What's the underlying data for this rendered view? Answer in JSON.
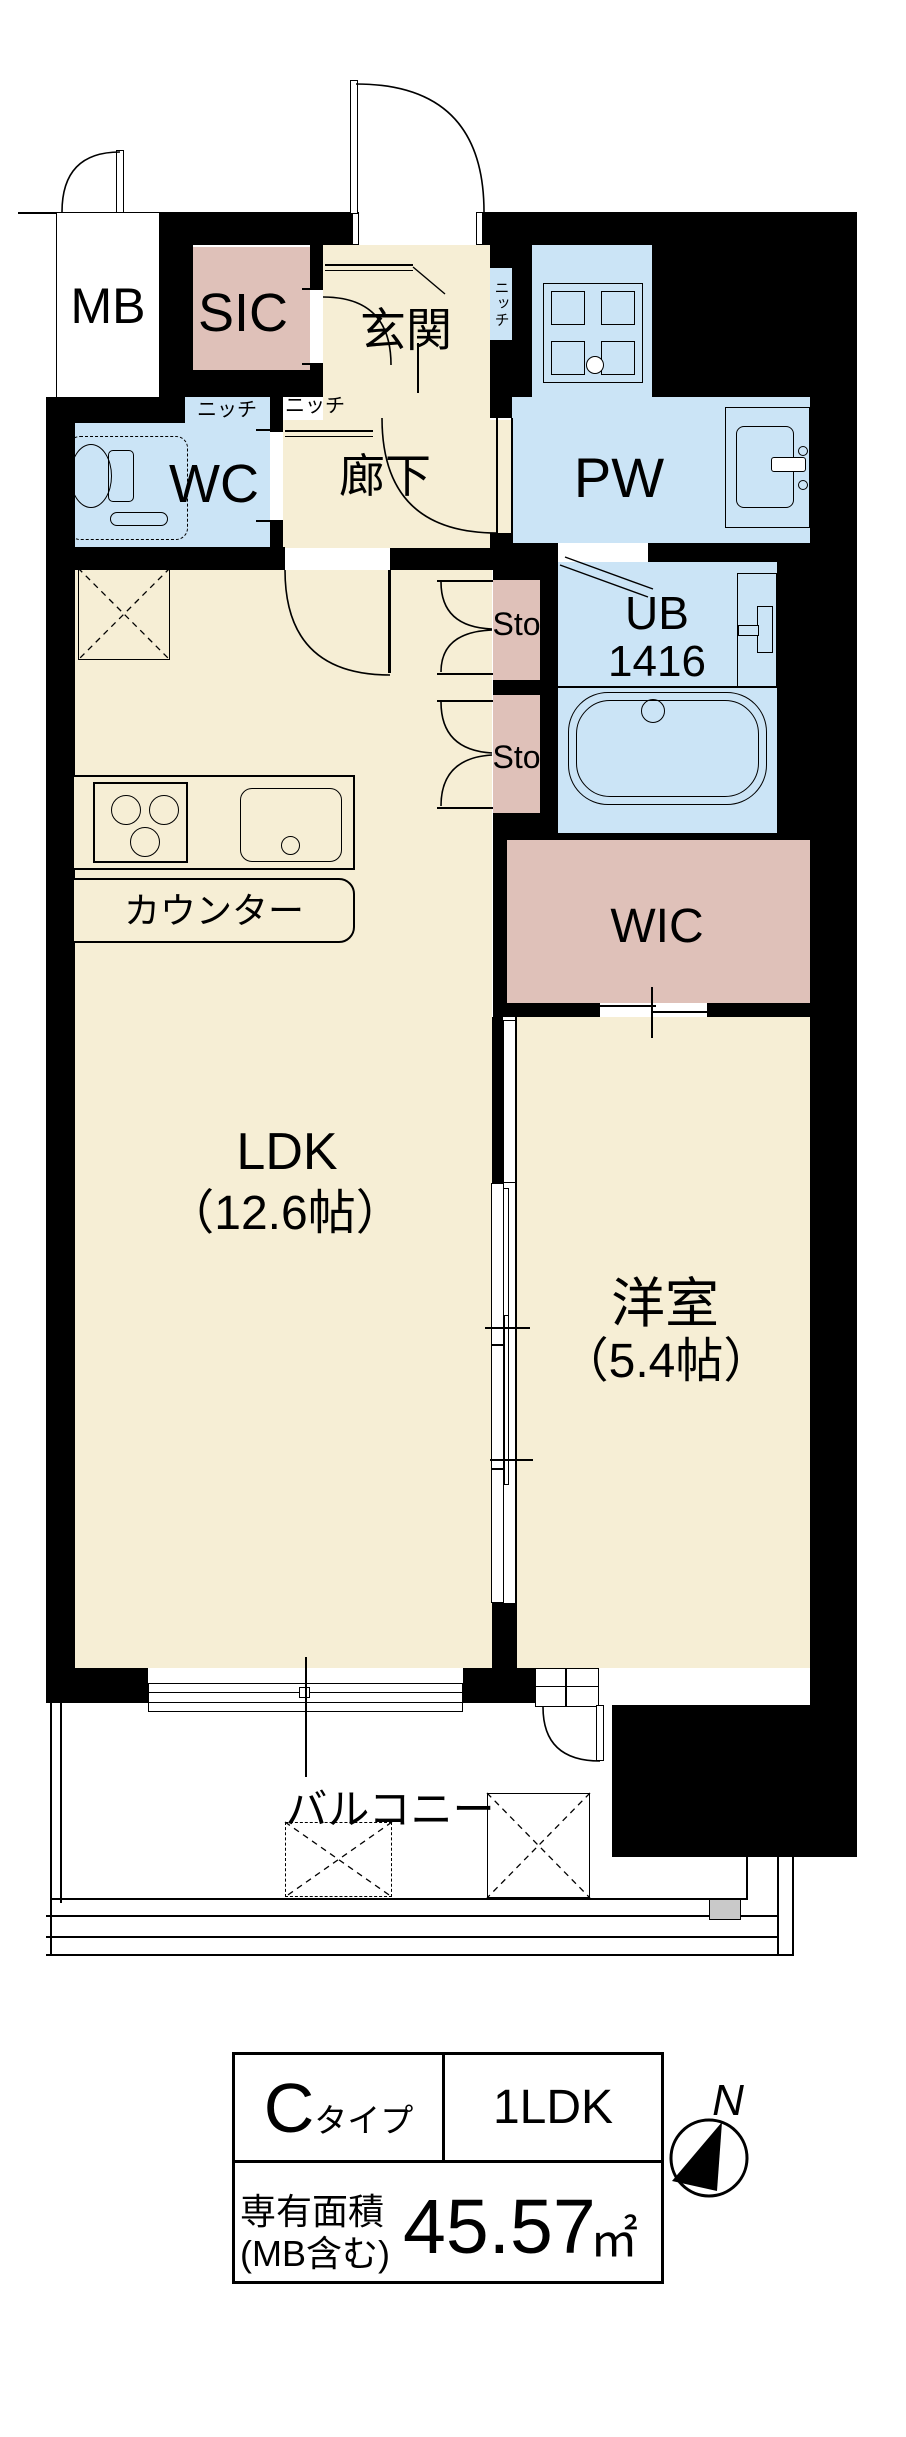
{
  "plan": {
    "rooms": {
      "mb": {
        "label": "MB"
      },
      "sic": {
        "label": "SIC"
      },
      "entrance": {
        "label": "玄関"
      },
      "wc": {
        "label": "WC"
      },
      "hallway": {
        "label": "廊下"
      },
      "pw": {
        "label": "PW"
      },
      "unit_bath": {
        "label": "UB",
        "size": "1416"
      },
      "storage_upper": {
        "label": "Sto."
      },
      "storage_lower": {
        "label": "Sto."
      },
      "wic": {
        "label": "WIC"
      },
      "counter": {
        "label": "カウンター"
      },
      "ldk": {
        "label": "LDK",
        "size": "（12.6帖）"
      },
      "western_room": {
        "label": "洋室",
        "size": "（5.4帖）"
      },
      "balcony": {
        "label": "バルコニー"
      }
    },
    "niche_labels": {
      "wall": "ニッチ",
      "hall": "ニッチ",
      "entrance_side": "ニッチ"
    },
    "colors": {
      "room_cream": "#F6EED5",
      "closet_pink": "#DFC1B9",
      "wet_area_blue": "#CBE4F6",
      "wall_black": "#000000",
      "balcony_gray": "#C9C9C9"
    }
  },
  "info_table": {
    "type_letter": "C",
    "type_suffix": "タイプ",
    "layout": "1LDK",
    "area_title": "専有面積",
    "area_note": "(MB含む)",
    "area_value": "45.57",
    "area_unit": "㎡"
  },
  "compass": {
    "label": "N"
  }
}
